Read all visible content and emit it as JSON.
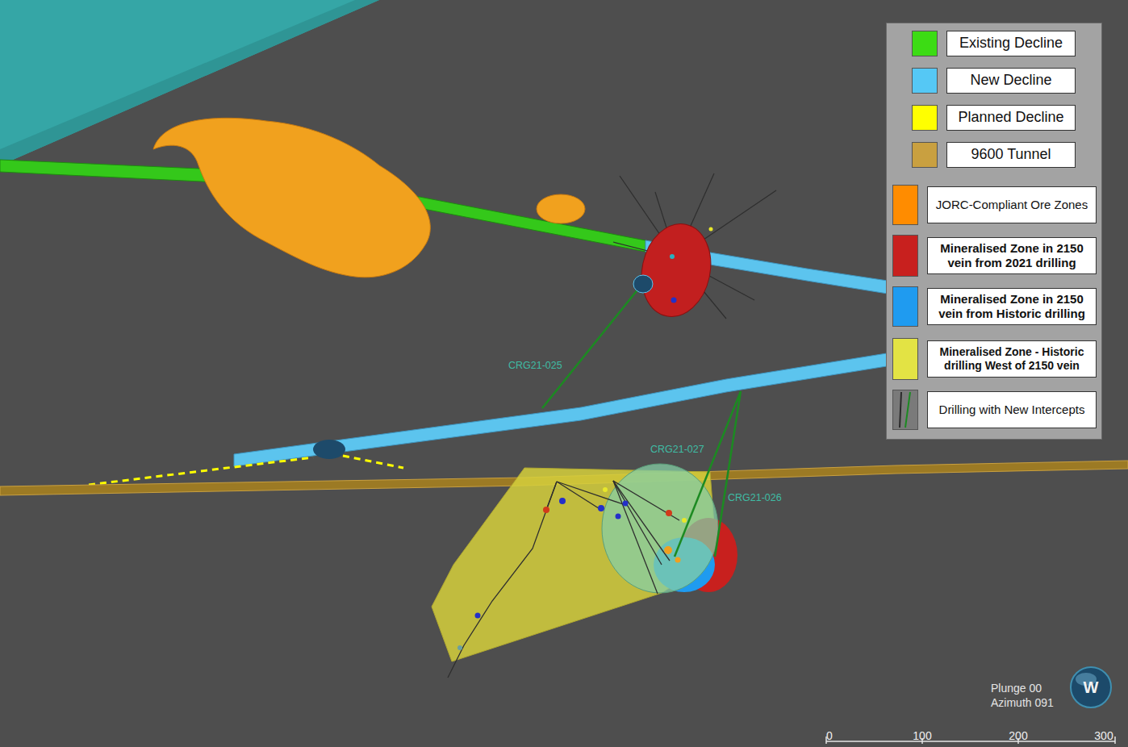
{
  "diagram": {
    "labels": [
      "CRG21-025",
      "CRG21-027",
      "CRG21-026",
      "Plunge 00",
      "Azimuth 091",
      "W",
      "0",
      "100",
      "200",
      "300"
    ],
    "legend": [
      {
        "text": "Existing Decline",
        "color": "#3cdc14"
      },
      {
        "text": "New Decline",
        "color": "#55c8f5"
      },
      {
        "text": "Planned Decline",
        "color": "#ffff00"
      },
      {
        "text": "9600 Tunnel",
        "color": "#c9a040"
      },
      {
        "text": "JORC-Compliant Ore Zones",
        "color": "#ff8c00"
      },
      {
        "text": "Mineralised Zone in 2150 vein from 2021 drilling",
        "color": "#c8201e"
      },
      {
        "text": "Mineralised Zone in 2150 vein from Historic drilling",
        "color": "#1f9bf0"
      },
      {
        "text": "Mineralised Zone - Historic drilling West of 2150 vein",
        "color": "#e3e344"
      },
      {
        "text": "Drilling with New Intercepts"
      }
    ]
  }
}
